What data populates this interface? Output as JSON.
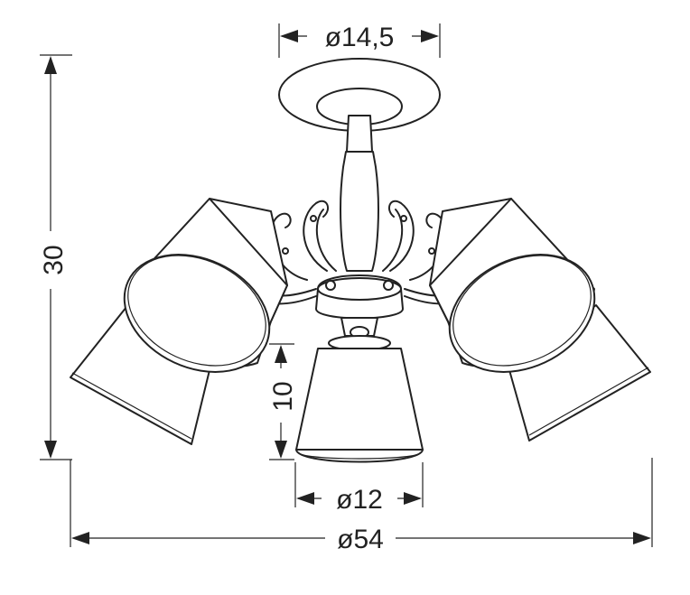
{
  "dimensions": {
    "top_diameter": "ø14,5",
    "total_height": "30",
    "shade_height": "10",
    "shade_diameter": "ø12",
    "total_diameter": "ø54"
  },
  "colors": {
    "line": "#222222",
    "background": "#ffffff"
  }
}
